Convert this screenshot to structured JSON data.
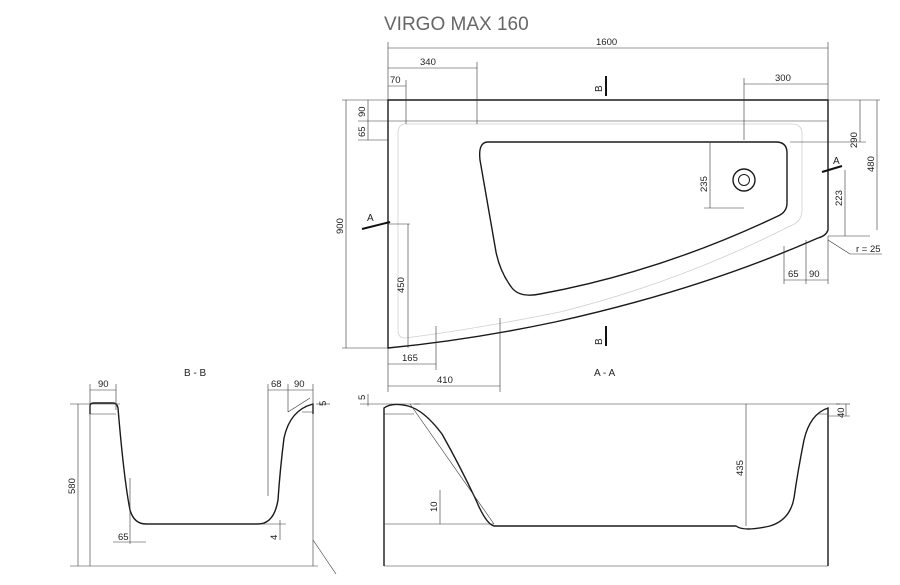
{
  "title": "VIRGO MAX 160",
  "top_view": {
    "dims": {
      "total_length": "1600",
      "d340": "340",
      "d70": "70",
      "d300": "300",
      "d90_top": "90",
      "d65_top": "65",
      "d290": "290",
      "d480": "480",
      "d235": "235",
      "d223": "223",
      "d900": "900",
      "d450": "450",
      "d165": "165",
      "d410": "410",
      "d65_right": "65",
      "d90_right": "90",
      "radius": "r = 25"
    },
    "cut_labels": {
      "b_top": "B",
      "b_bottom": "B",
      "a_left": "A",
      "a_right": "A"
    }
  },
  "section_bb": {
    "label": "B - B",
    "dims": {
      "d90_left": "90",
      "d68": "68",
      "d90_right": "90",
      "d5": "5",
      "d580": "580",
      "d65": "65",
      "d4": "4"
    }
  },
  "section_aa": {
    "label": "A - A",
    "dims": {
      "d5": "5",
      "d40": "40",
      "d435": "435",
      "d10": "10"
    }
  },
  "colors": {
    "line": "#1a1a1a",
    "dimension": "#333333",
    "title": "#666666",
    "inner_rim": "#cfcfcf"
  }
}
